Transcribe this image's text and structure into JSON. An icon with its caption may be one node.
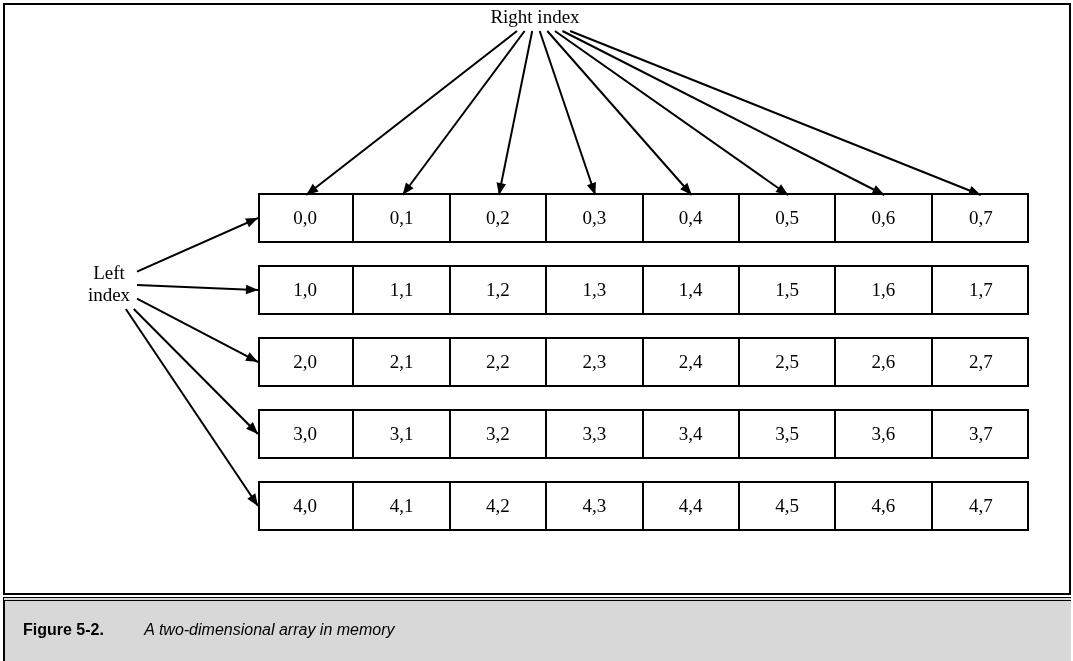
{
  "diagram": {
    "caption": "**Figure 5-2.** *A two-dimensional array in memory*",
    "nodes": [
      {
        "text": [
          "Right index"
        ]
      },
      {
        "text": [
          "Left index"
        ]
      },
      {
        "text": [],
        "shape": "box"
      },
      {
        "text": [
          "0,0"
        ],
        "in": 2
      },
      {
        "text": [
          "0,1"
        ],
        "in": 2
      },
      {
        "text": [
          "0,2"
        ],
        "in": 2
      },
      {
        "text": [
          "0,3"
        ],
        "in": 2
      },
      {
        "text": [
          "0,4"
        ],
        "in": 2
      },
      {
        "text": [
          "0,5"
        ],
        "in": 2
      },
      {
        "text": [
          "0,6"
        ],
        "in": 2
      },
      {
        "text": [
          "0,7"
        ],
        "in": 2
      },
      {
        "text": [],
        "shape": "box"
      },
      {
        "text": [
          "1,0"
        ],
        "in": 11
      },
      {
        "text": [
          "1,1"
        ],
        "in": 11
      },
      {
        "text": [
          "1,2"
        ],
        "in": 11
      },
      {
        "text": [
          "1,3"
        ],
        "in": 11
      },
      {
        "text": [
          "1,4"
        ],
        "in": 11
      },
      {
        "text": [
          "1,5"
        ],
        "in": 11
      },
      {
        "text": [
          "1,6"
        ],
        "in": 11
      },
      {
        "text": [
          "1,7"
        ],
        "in": 11
      },
      {
        "text": [],
        "shape": "box"
      },
      {
        "text": [
          "2,0"
        ],
        "in": 20
      },
      {
        "text": [
          "2,1"
        ],
        "in": 20
      },
      {
        "text": [
          "2,2"
        ],
        "in": 20
      },
      {
        "text": [
          "2,3"
        ],
        "in": 20
      },
      {
        "text": [
          "2,4"
        ],
        "in": 20
      },
      {
        "text": [
          "2,5"
        ],
        "in": 20
      },
      {
        "text": [
          "2,6"
        ],
        "in": 20
      },
      {
        "text": [
          "2,7"
        ],
        "in": 20
      },
      {
        "text": [],
        "shape": "box"
      },
      {
        "text": [
          "3,0"
        ],
        "in": 29
      },
      {
        "text": [
          "3,1"
        ],
        "in": 29
      },
      {
        "text": [
          "3,2"
        ],
        "in": 29
      },
      {
        "text": [
          "3,3"
        ],
        "in": 29
      },
      {
        "text": [
          "3,4"
        ],
        "in": 29
      },
      {
        "text": [
          "3,5"
        ],
        "in": 29
      },
      {
        "text": [
          "3,6"
        ],
        "in": 29
      },
      {
        "text": [
          "3,7"
        ],
        "in": 29
      },
      {
        "text": [],
        "shape": "box"
      },
      {
        "text": [
          "4,0"
        ],
        "in": 38
      },
      {
        "text": [
          "4,1"
        ],
        "in": 38
      },
      {
        "text": [
          "4,2"
        ],
        "in": 38
      },
      {
        "text": [
          "4,3"
        ],
        "in": 38
      },
      {
        "text": [
          "4,4"
        ],
        "in": 38
      },
      {
        "text": [
          "4,5"
        ],
        "in": 38
      },
      {
        "text": [
          "4,6"
        ],
        "in": 38
      },
      {
        "text": [
          "4,7"
        ],
        "in": 38
      }
    ],
    "edges": [
      {
        "from": 0,
        "to": 3,
        "arrow": "to"
      },
      {
        "from": 0,
        "to": 4,
        "arrow": "to"
      },
      {
        "from": 0,
        "to": 5,
        "arrow": "to"
      },
      {
        "from": 0,
        "to": 6,
        "arrow": "to"
      },
      {
        "from": 0,
        "to": 7,
        "arrow": "to"
      },
      {
        "from": 0,
        "to": 8,
        "arrow": "to"
      },
      {
        "from": 0,
        "to": 9,
        "arrow": "to"
      },
      {
        "from": 0,
        "to": 10,
        "arrow": "to"
      },
      {
        "from": 1,
        "to": 2,
        "arrow": "to"
      },
      {
        "from": 1,
        "to": 11,
        "arrow": "to"
      },
      {
        "from": 1,
        "to": 20,
        "arrow": "to"
      },
      {
        "from": 1,
        "to": 29,
        "arrow": "to"
      },
      {
        "from": 1,
        "to": 38,
        "arrow": "to"
      }
    ]
  }
}
